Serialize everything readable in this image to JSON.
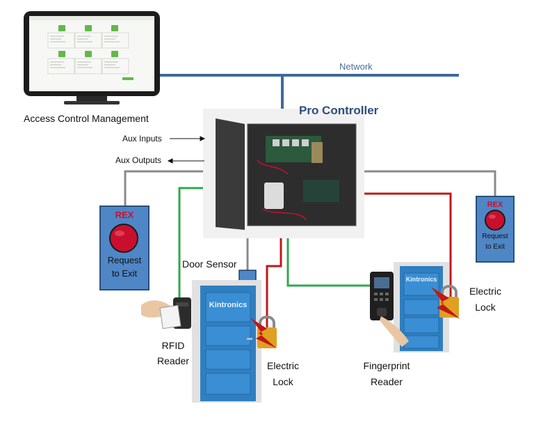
{
  "labels": {
    "network": "Network",
    "management": "Access Control Management",
    "controller": "Pro Controller",
    "aux_inputs": "Aux Inputs",
    "aux_outputs": "Aux Outputs",
    "door_sensor": "Door Sensor",
    "rfid_line1": "RFID",
    "rfid_line2": "Reader",
    "lock_left_line1": "Electric",
    "lock_left_line2": "Lock",
    "lock_right_line1": "Electric",
    "lock_right_line2": "Lock",
    "fp_line1": "Fingerprint",
    "fp_line2": "Reader"
  },
  "rex_left": {
    "title": "REX",
    "line1": "Request",
    "line2": "to Exit"
  },
  "rex_right": {
    "title": "REX",
    "line1": "Request",
    "line2": "to Exit"
  },
  "door_left_brand": "Kintronics",
  "door_right_brand": "Kintronics",
  "colors": {
    "network_line": "#3e6a9a",
    "signal_wire": "#8a8a8a",
    "green_wire": "#2fa84f",
    "red_wire": "#c01818",
    "rex_box": "#4f86c6",
    "door": "#2f7fc1",
    "lock": "#e0a020"
  },
  "icons": [
    "monitor-icon",
    "controller-cabinet-icon",
    "rex-button-icon",
    "rfid-reader-icon",
    "fingerprint-reader-icon",
    "door-icon",
    "electric-lock-icon",
    "door-sensor-icon"
  ]
}
